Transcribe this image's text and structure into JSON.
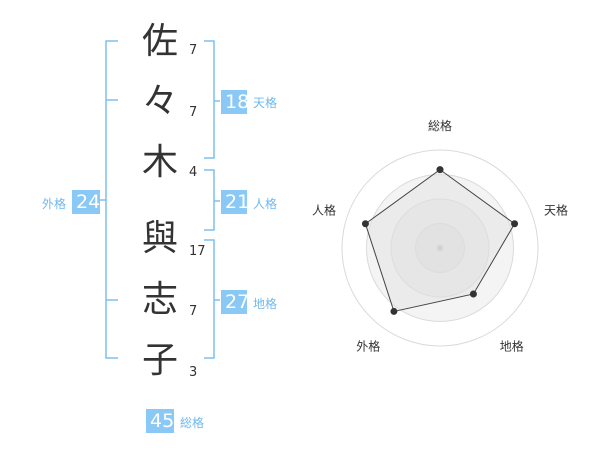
{
  "name": {
    "characters": [
      {
        "char": "佐",
        "strokes": "7"
      },
      {
        "char": "々",
        "strokes": "7"
      },
      {
        "char": "木",
        "strokes": "4"
      },
      {
        "char": "與",
        "strokes": "17"
      },
      {
        "char": "志",
        "strokes": "7"
      },
      {
        "char": "子",
        "strokes": "3"
      }
    ]
  },
  "fortunes": {
    "tenkaku": {
      "label": "天格",
      "value": "18"
    },
    "jinkaku": {
      "label": "人格",
      "value": "21"
    },
    "chikaku": {
      "label": "地格",
      "value": "27"
    },
    "gaikaku": {
      "label": "外格",
      "value": "24"
    },
    "soukaku": {
      "label": "総格",
      "value": "45"
    }
  },
  "colors": {
    "accent": "#8ac8f5",
    "bracket": "#7dc0f0",
    "text": "#333333"
  },
  "chart_data": {
    "type": "radar",
    "axes": [
      "総格",
      "天格",
      "地格",
      "外格",
      "人格"
    ],
    "values": [
      0.8,
      0.8,
      0.58,
      0.8,
      0.8
    ],
    "range": [
      0,
      1
    ],
    "rings": 4,
    "grid": true
  }
}
